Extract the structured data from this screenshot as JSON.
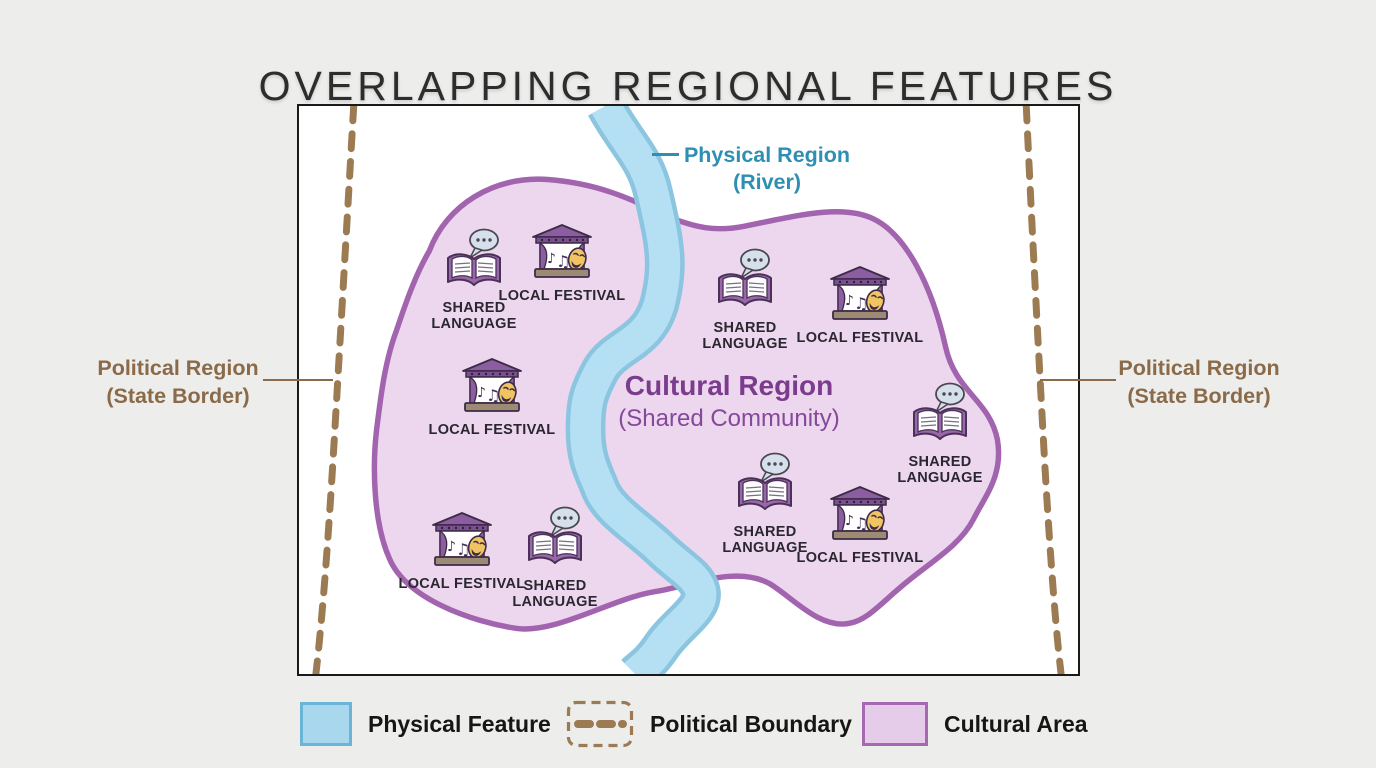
{
  "title": "OVERLAPPING REGIONAL FEATURES",
  "map": {
    "physical_label": {
      "line1": "Physical Region",
      "line2": "(River)"
    },
    "cultural_label": {
      "line1": "Cultural Region",
      "line2": "(Shared Community)"
    },
    "political_left": {
      "line1": "Political Region",
      "line2": "(State Border)"
    },
    "political_right": {
      "line1": "Political Region",
      "line2": "(State Border)"
    },
    "markers": [
      {
        "type": "shared-language",
        "icon": "book-speech-bubble-icon",
        "label": "SHARED LANGUAGE"
      },
      {
        "type": "local-festival",
        "icon": "festival-stage-icon",
        "label": "LOCAL FESTIVAL"
      },
      {
        "type": "shared-language",
        "icon": "book-speech-bubble-icon",
        "label": "SHARED LANGUAGE"
      },
      {
        "type": "local-festival",
        "icon": "festival-stage-icon",
        "label": "LOCAL FESTIVAL"
      },
      {
        "type": "local-festival",
        "icon": "festival-stage-icon",
        "label": "LOCAL FESTIVAL"
      },
      {
        "type": "shared-language",
        "icon": "book-speech-bubble-icon",
        "label": "SHARED LANGUAGE"
      },
      {
        "type": "shared-language",
        "icon": "book-speech-bubble-icon",
        "label": "SHARED LANGUAGE"
      },
      {
        "type": "local-festival",
        "icon": "festival-stage-icon",
        "label": "LOCAL FESTIVAL"
      },
      {
        "type": "local-festival",
        "icon": "festival-stage-icon",
        "label": "LOCAL FESTIVAL"
      },
      {
        "type": "shared-language",
        "icon": "book-speech-bubble-icon",
        "label": "SHARED LANGUAGE"
      }
    ]
  },
  "legend": {
    "items": [
      {
        "key": "physical-feature",
        "label": "Physical Feature"
      },
      {
        "key": "political-boundary",
        "label": "Political Boundary"
      },
      {
        "key": "cultural-area",
        "label": "Cultural Area"
      }
    ]
  },
  "colors": {
    "background": "#ededec",
    "map_background": "#ffffff",
    "map_border": "#1a1a1a",
    "river_fill": "#b5e0f4",
    "river_edge": "#8cc5e0",
    "cultural_fill": "#ecd7ee",
    "cultural_border": "#a264ae",
    "political_dash": "#9c7a52",
    "political_text": "#8a6a48",
    "physical_text": "#2d8fb2",
    "cultural_text": "#7b3c8d",
    "legend_text": "#161616"
  }
}
